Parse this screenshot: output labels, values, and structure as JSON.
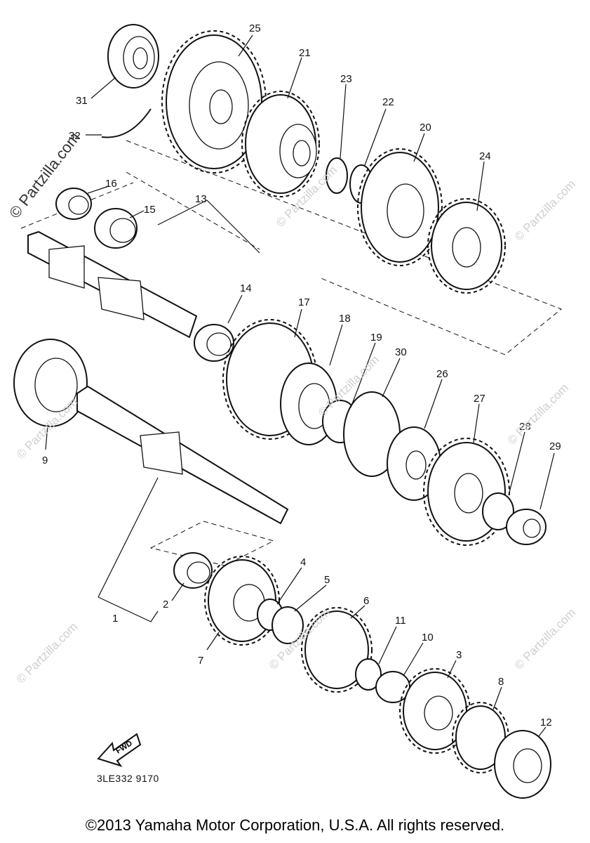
{
  "watermark": {
    "main": "© Partzilla.com",
    "repeat": "© Partzilla.com"
  },
  "callouts": [
    "25",
    "21",
    "23",
    "22",
    "20",
    "24",
    "31",
    "32",
    "16",
    "15",
    "13",
    "14",
    "17",
    "18",
    "19",
    "30",
    "26",
    "27",
    "28",
    "29",
    "9",
    "1",
    "2",
    "7",
    "4",
    "5",
    "6",
    "11",
    "10",
    "3",
    "8",
    "12"
  ],
  "fwd_label": "FWD",
  "diagram_code": "3LE332 9170",
  "footer": "©2013  Yamaha Motor Corporation, U.S.A. All rights reserved."
}
